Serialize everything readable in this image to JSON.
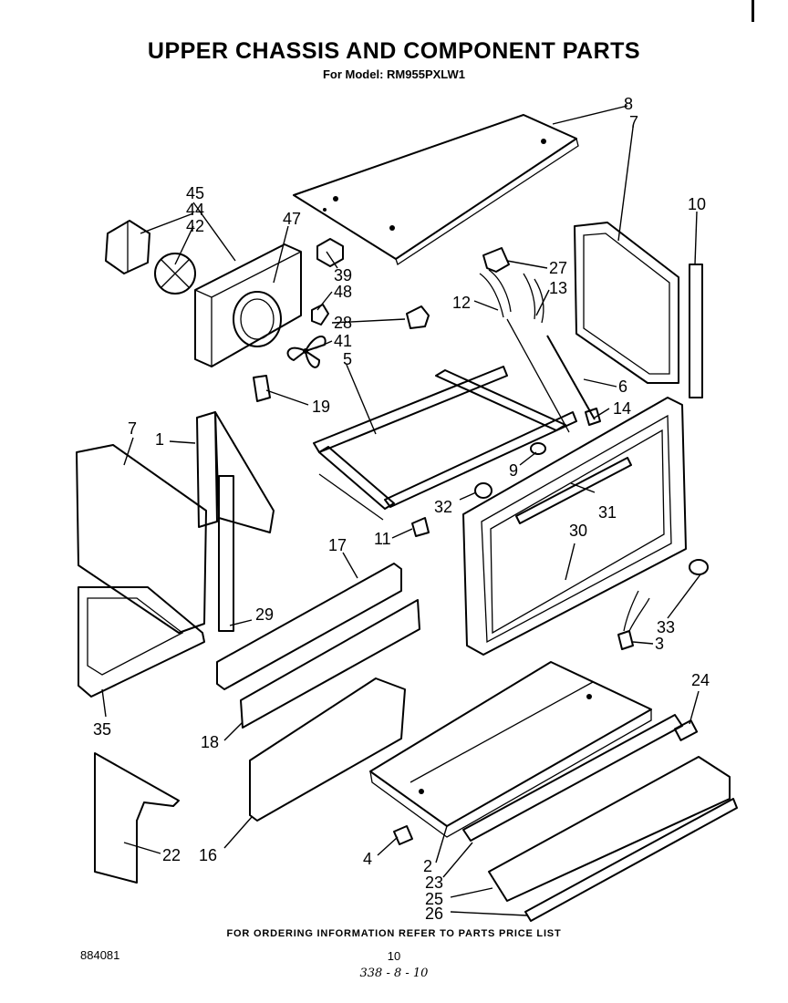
{
  "header": {
    "title": "UPPER CHASSIS AND COMPONENT PARTS",
    "subtitle": "For Model: RM955PXLW1"
  },
  "footer": {
    "note": "FOR ORDERING INFORMATION REFER TO PARTS PRICE LIST",
    "doc_number": "884081",
    "page_number": "10",
    "handwritten_code": "338 - 8 - 10"
  },
  "callouts": {
    "c1": "1",
    "c2": "2",
    "c3": "3",
    "c4": "4",
    "c5": "5",
    "c6": "6",
    "c7a": "7",
    "c7b": "7",
    "c8": "8",
    "c9": "9",
    "c10": "10",
    "c11": "11",
    "c12": "12",
    "c13": "13",
    "c14": "14",
    "c16": "16",
    "c17": "17",
    "c18": "18",
    "c19": "19",
    "c22": "22",
    "c23": "23",
    "c24": "24",
    "c25": "25",
    "c26": "26",
    "c27": "27",
    "c28": "28",
    "c29": "29",
    "c30": "30",
    "c31": "31",
    "c32": "32",
    "c33": "33",
    "c35": "35",
    "c39": "39",
    "c41": "41",
    "c42": "42",
    "c44": "44",
    "c45": "45",
    "c47": "47",
    "c48": "48"
  }
}
